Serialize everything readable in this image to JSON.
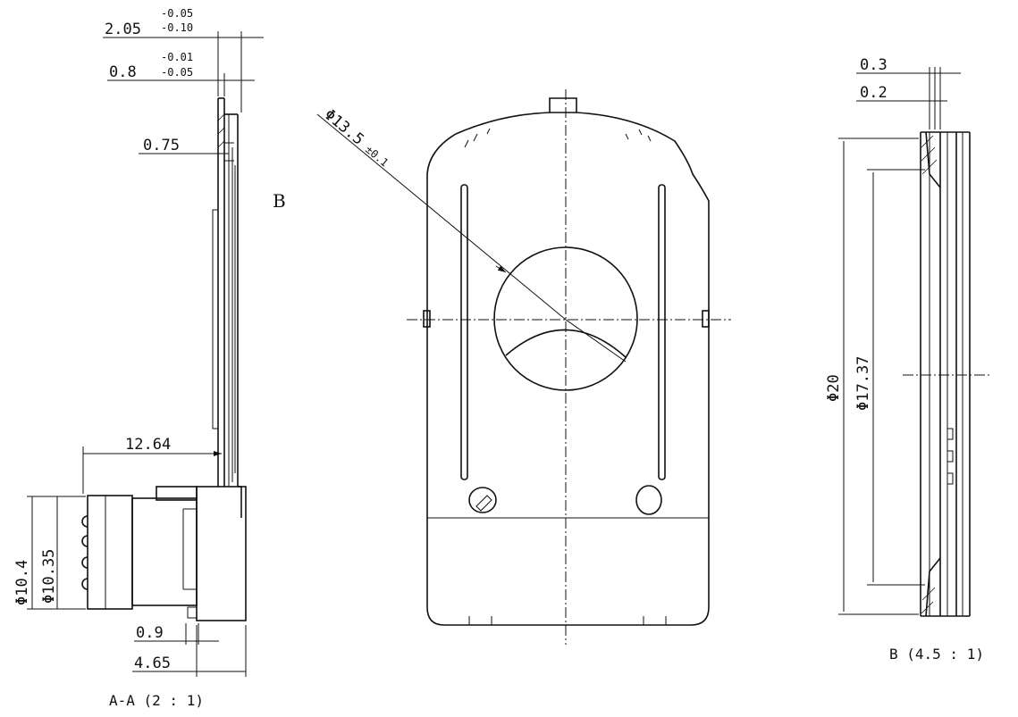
{
  "section_view": {
    "dims": {
      "d1_value": "2.05",
      "d1_tol_upper": "-0.05",
      "d1_tol_lower": "-0.10",
      "d2_value": "0.8",
      "d2_tol_upper": "-0.01",
      "d2_tol_lower": "-0.05",
      "d3": "0.75",
      "d4": "12.64",
      "d5": "Φ10.4",
      "d6": "Φ10.35",
      "d7": "0.9",
      "d8": "4.65"
    },
    "caption": "A-A (2 : 1)"
  },
  "detail_marker": "B",
  "front_view": {
    "diameter": "Φ13.5",
    "diameter_tol": "±0.1"
  },
  "detail_view": {
    "dims": {
      "d1": "0.3",
      "d2": "0.2",
      "d3": "Φ20",
      "d4": "Φ17.37"
    },
    "caption": "B (4.5 : 1)"
  }
}
